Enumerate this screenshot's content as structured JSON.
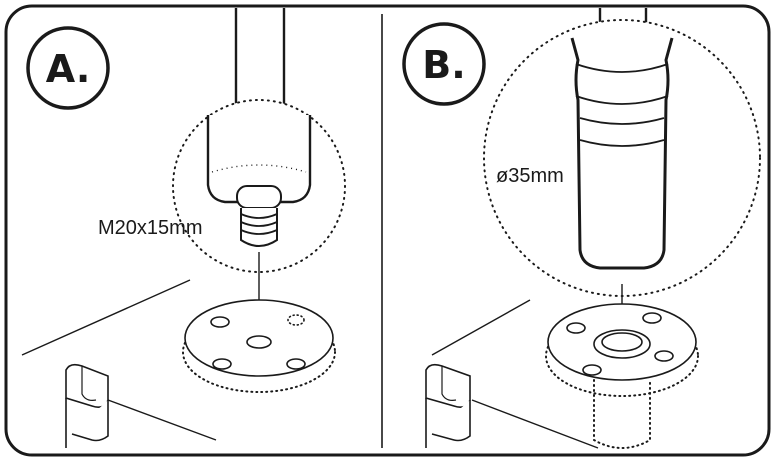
{
  "panels": [
    {
      "badge": "A.",
      "callout": "M20x15mm"
    },
    {
      "badge": "B.",
      "callout": "ø35mm"
    }
  ],
  "colors": {
    "ink": "#1a1a1a",
    "paper": "#ffffff"
  }
}
